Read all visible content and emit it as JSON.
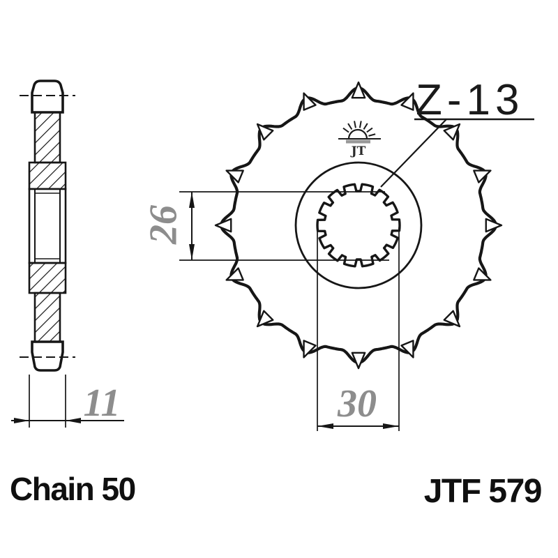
{
  "drawing": {
    "teeth_label": "Z-13",
    "dimensions": {
      "spline_minor_diameter": "26",
      "spline_major_diameter": "30",
      "width": "11"
    },
    "chain_size_label": "Chain 50",
    "part_number": "JTF 579",
    "logo_text": "JT",
    "teeth_drawn": 16,
    "spline_lobes": 14
  },
  "colors": {
    "line": "#161616",
    "dim_text": "#8d8d8d",
    "label_text": "#101010",
    "logo_gray": "#999999",
    "background": "#ffffff"
  }
}
